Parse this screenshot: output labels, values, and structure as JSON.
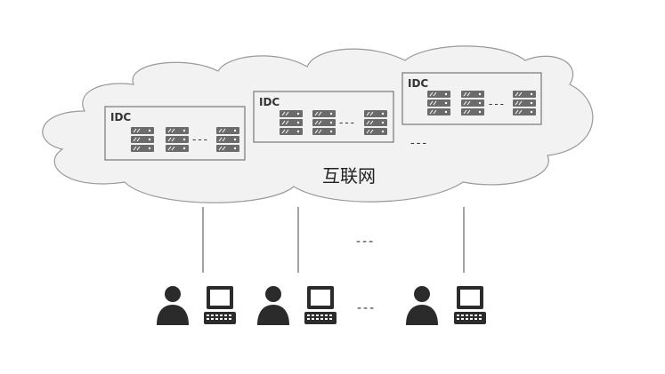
{
  "diagram": {
    "cloud": {
      "label": "互联网",
      "fill": "#f2f2f2",
      "stroke": "#999999"
    },
    "idc_boxes": [
      {
        "label": "IDC",
        "ellipsis": "---"
      },
      {
        "label": "IDC",
        "ellipsis": "---"
      },
      {
        "label": "IDC",
        "ellipsis": "---"
      }
    ],
    "cloud_more": "---",
    "clients_more": "---",
    "users_more": "---",
    "colors": {
      "server": "#6b6b6b",
      "person": "#2b2b2b",
      "line": "#666666"
    },
    "icons": [
      "server-rack-icon",
      "person-icon",
      "computer-terminal-icon"
    ]
  }
}
